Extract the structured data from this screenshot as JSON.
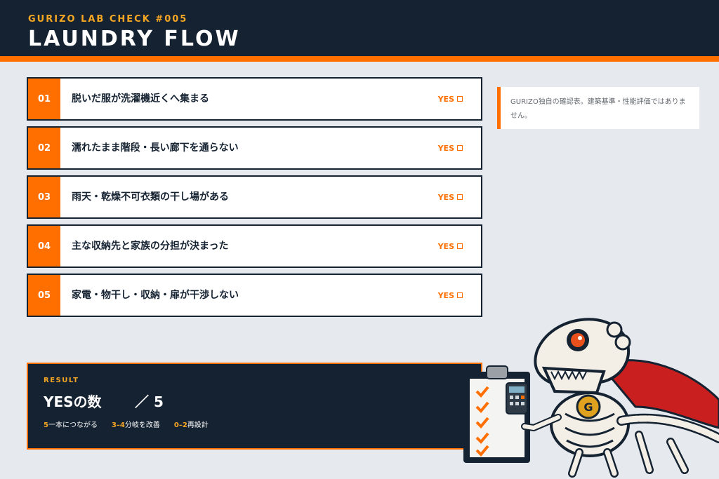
{
  "header": {
    "subtitle": "GURIZO LAB CHECK #005",
    "title": "LAUNDRY FLOW"
  },
  "checklist": [
    {
      "number": "01",
      "text": "脱いだ服が洗濯機近くへ集まる",
      "yes_label": "YES"
    },
    {
      "number": "02",
      "text": "濡れたまま階段・長い廊下を通らない",
      "yes_label": "YES"
    },
    {
      "number": "03",
      "text": "雨天・乾燥不可衣類の干し場がある",
      "yes_label": "YES"
    },
    {
      "number": "04",
      "text": "主な収納先と家族の分担が決まった",
      "yes_label": "YES"
    },
    {
      "number": "05",
      "text": "家電・物干し・収納・扉が干渉しない",
      "yes_label": "YES"
    }
  ],
  "note": {
    "text": "GURIZO独自の確認表。建築基準・性能評価ではありません。"
  },
  "result": {
    "label": "RESULT",
    "count_label": "YESの数",
    "total": "／ 5",
    "legend": [
      {
        "key": "5",
        "desc": "一本につながる"
      },
      {
        "key": "3–4",
        "desc": "分岐を改善"
      },
      {
        "key": "0–2",
        "desc": "再設計"
      }
    ]
  },
  "mascot": {
    "description_icon": "skeleton-dinosaur-mascot-icon",
    "badge_letter": "G"
  },
  "colors": {
    "navy": "#152231",
    "orange": "#ff6f00",
    "gold": "#f5a623",
    "background": "#e6eaee"
  }
}
